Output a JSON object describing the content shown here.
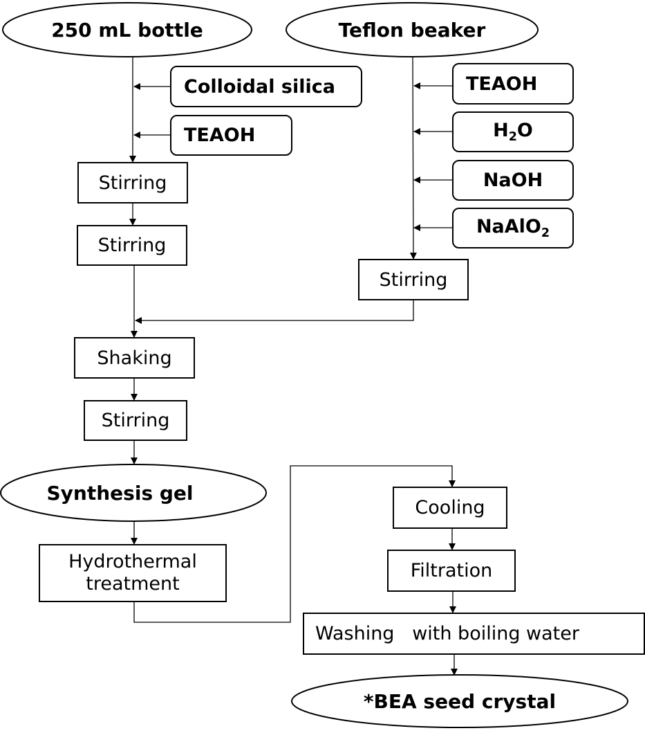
{
  "diagram": {
    "type": "flowchart",
    "start_nodes": {
      "bottle": "250 mL bottle",
      "beaker": "Teflon beaker"
    },
    "left_inputs": [
      "Colloidal silica",
      "TEAOH"
    ],
    "right_inputs": {
      "teaoh": "TEAOH",
      "h2o_main": "H",
      "h2o_sub": "2",
      "h2o_tail": "O",
      "naoh": "NaOH",
      "naalo2_main": "NaAlO",
      "naalo2_sub": "2"
    },
    "steps": {
      "left_stir1": "Stirring",
      "left_stir2": "Stirring",
      "right_stir": "Stirring",
      "shaking": "Shaking",
      "stir3": "Stirring",
      "gel": "Synthesis gel",
      "hydro_line1": "Hydrothermal",
      "hydro_line2": "treatment",
      "cooling": "Cooling",
      "filtration": "Filtration",
      "washing": "Washing   with boiling water",
      "product": "*BEA seed crystal"
    }
  }
}
